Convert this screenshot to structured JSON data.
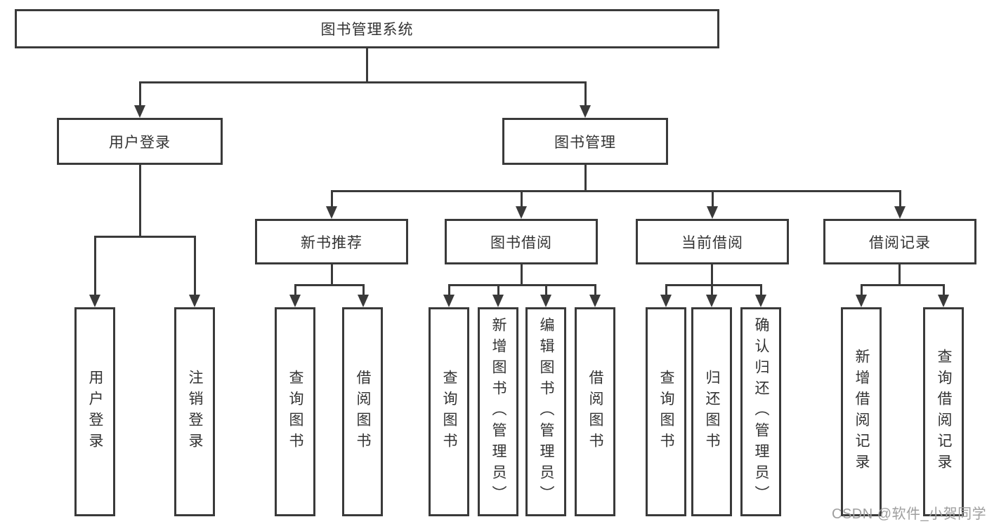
{
  "diagram": {
    "root": {
      "label": "图书管理系统"
    },
    "level2": [
      {
        "label": "用户登录"
      },
      {
        "label": "图书管理"
      }
    ],
    "level3": [
      {
        "label": "新书推荐"
      },
      {
        "label": "图书借阅"
      },
      {
        "label": "当前借阅"
      },
      {
        "label": "借阅记录"
      }
    ],
    "leaves": [
      {
        "label": "用户登录"
      },
      {
        "label": "注销登录"
      },
      {
        "label": "查询图书"
      },
      {
        "label": "借阅图书"
      },
      {
        "label": "查询图书"
      },
      {
        "label": "新增图书（管理员）"
      },
      {
        "label": "编辑图书（管理员）"
      },
      {
        "label": "借阅图书"
      },
      {
        "label": "查询图书"
      },
      {
        "label": "归还图书"
      },
      {
        "label": "确认归还（管理员）"
      },
      {
        "label": "新增借阅记录"
      },
      {
        "label": "查询借阅记录"
      }
    ],
    "colors": {
      "line": "#3a3a3a",
      "text": "#333333",
      "box_background": "#ffffff",
      "watermark": "#9e9e9e"
    }
  },
  "watermark": {
    "text": "CSDN @软件_小贺同学"
  }
}
